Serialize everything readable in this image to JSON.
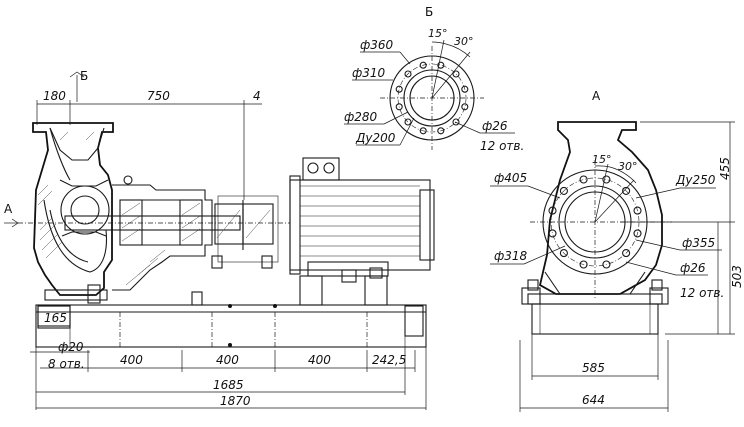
{
  "views": {
    "section_b_mark": "Б",
    "view_b_title": "Б",
    "view_a_title": "А",
    "arrow_a": "А"
  },
  "dims_front": {
    "d180": "180",
    "d750": "750",
    "d4": "4",
    "d165": "165",
    "d20": "ф20",
    "holes8": "8 отв.",
    "d400a": "400",
    "d400b": "400",
    "d400c": "400",
    "d242": "242,5",
    "d1685": "1685",
    "d1870": "1870"
  },
  "dims_flange_b": {
    "d360": "ф360",
    "d310": "ф310",
    "d280": "ф280",
    "du200": "Ду200",
    "a15": "15°",
    "a30": "30°",
    "d26": "ф26",
    "holes12": "12 отв."
  },
  "dims_side": {
    "d405": "ф405",
    "du250": "Ду250",
    "a15": "15°",
    "a30": "30°",
    "d318": "ф318",
    "d355": "ф355",
    "d26": "ф26",
    "holes12": "12 отв.",
    "d455": "455",
    "d503": "503",
    "d585": "585",
    "d644": "644"
  }
}
